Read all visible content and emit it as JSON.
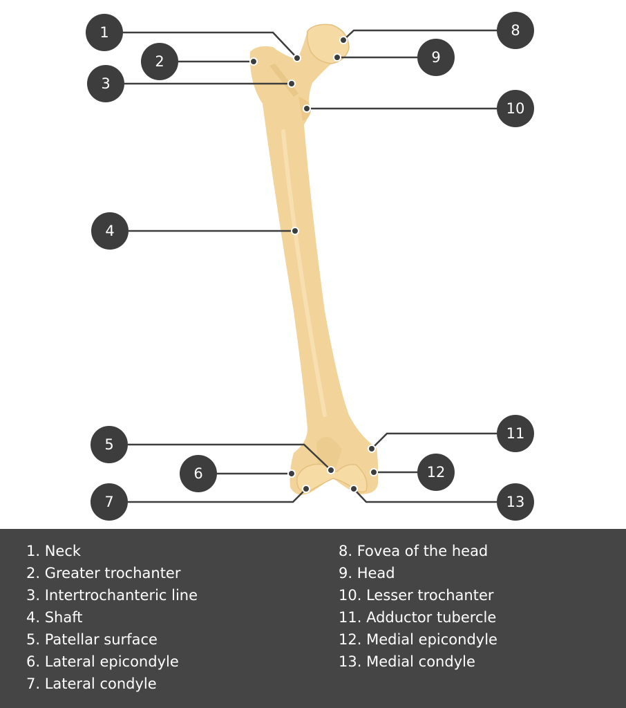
{
  "colors": {
    "bone": "#f2d49a",
    "bone_shade": "#e6c282",
    "marker": "#3d3d3d",
    "legend_bg": "#454545"
  },
  "markers": [
    "1",
    "2",
    "3",
    "4",
    "5",
    "6",
    "7",
    "8",
    "9",
    "10",
    "11",
    "12",
    "13"
  ],
  "legend": {
    "left": [
      "1. Neck",
      "2. Greater trochanter",
      "3. Intertrochanteric line",
      "4. Shaft",
      "5. Patellar surface",
      "6. Lateral epicondyle",
      "7. Lateral condyle"
    ],
    "right": [
      "8. Fovea of the head",
      "9. Head",
      "10. Lesser trochanter",
      "11. Adductor tubercle",
      "12. Medial epicondyle",
      "13. Medial condyle"
    ]
  }
}
